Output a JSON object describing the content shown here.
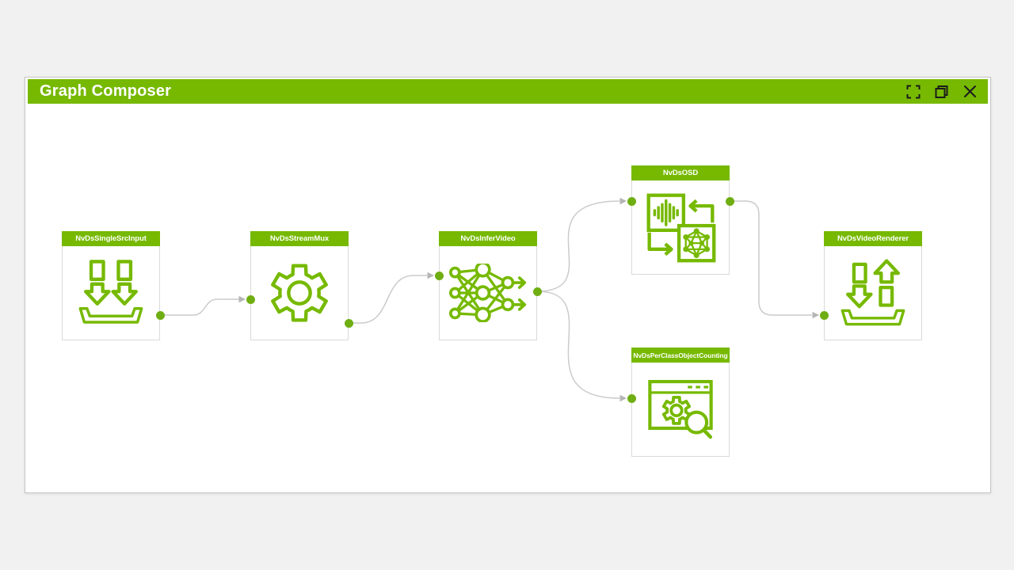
{
  "window": {
    "title": "Graph Composer",
    "controls": [
      {
        "name": "fullscreen"
      },
      {
        "name": "restore-windows"
      },
      {
        "name": "close"
      }
    ]
  },
  "colors": {
    "accent_green": "#76b900",
    "port_green": "#6fae12",
    "wire_gray": "#cbcbcb",
    "arrow_gray": "#b5b5b5",
    "control_icon_dark": "#1c1c1c",
    "window_border": "#c6c6c6",
    "background": "#f1f1f1"
  },
  "nodes": [
    {
      "label": "NvDsSingleSrcInput",
      "icon": "ingest-tray-icon"
    },
    {
      "label": "NvDsStreamMux",
      "icon": "gear-icon"
    },
    {
      "label": "NvDsInferVideo",
      "icon": "neural-network-icon"
    },
    {
      "label": "NvDsOSD",
      "icon": "media-transform-icon"
    },
    {
      "label": "NvDsPerClassObjectCounting",
      "icon": "analytics-window-icon"
    },
    {
      "label": "NvDsVideoRenderer",
      "icon": "render-tray-icon"
    }
  ],
  "connections": [
    {
      "from": "NvDsSingleSrcInput",
      "to": "NvDsStreamMux"
    },
    {
      "from": "NvDsStreamMux",
      "to": "NvDsInferVideo"
    },
    {
      "from": "NvDsInferVideo",
      "to": "NvDsOSD"
    },
    {
      "from": "NvDsInferVideo",
      "to": "NvDsPerClassObjectCounting"
    },
    {
      "from": "NvDsOSD",
      "to": "NvDsVideoRenderer"
    }
  ]
}
